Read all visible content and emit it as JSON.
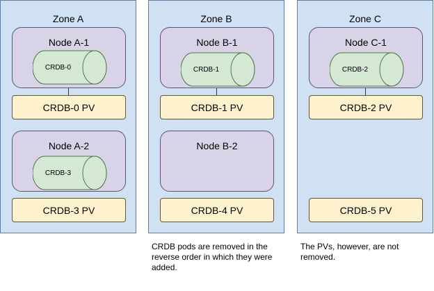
{
  "zones": [
    {
      "title": "Zone A",
      "nodes": [
        {
          "title": "Node A-1",
          "pod": "CRDB-0"
        },
        {
          "title": "Node A-2",
          "pod": "CRDB-3"
        }
      ],
      "pvs": [
        "CRDB-0 PV",
        "CRDB-3 PV"
      ]
    },
    {
      "title": "Zone B",
      "nodes": [
        {
          "title": "Node B-1",
          "pod": "CRDB-1"
        },
        {
          "title": "Node B-2",
          "pod": null
        }
      ],
      "pvs": [
        "CRDB-1 PV",
        "CRDB-4 PV"
      ]
    },
    {
      "title": "Zone C",
      "nodes": [
        {
          "title": "Node C-1",
          "pod": "CRDB-2"
        }
      ],
      "pvs": [
        "CRDB-2 PV",
        "CRDB-5 PV"
      ]
    }
  ],
  "captions": {
    "zone_b": "CRDB pods are removed in the reverse order in which they were added.",
    "zone_c": "The PVs, however, are not removed."
  },
  "colors": {
    "zone_fill": "#cfe1f3",
    "node_fill": "#d9d3e8",
    "pod_fill": "#d5e8d4",
    "pv_fill": "#fdf2cc"
  }
}
